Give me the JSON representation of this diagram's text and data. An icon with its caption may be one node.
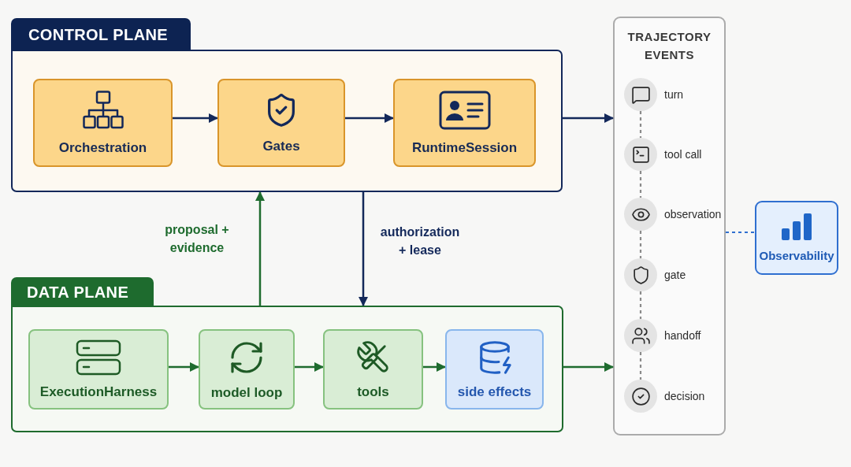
{
  "diagram": {
    "nodes": [
      {
        "text": [
          "CONTROL PLANE"
        ]
      },
      {
        "text": [
          "Orchestration"
        ],
        "in": 0
      },
      {
        "text": [
          "Gates"
        ],
        "in": 0
      },
      {
        "text": [
          "RuntimeSession"
        ],
        "in": 0
      },
      {
        "text": [
          "DATA PLANE"
        ]
      },
      {
        "text": [
          "ExecutionHarness"
        ],
        "in": 4
      },
      {
        "text": [
          "model loop"
        ],
        "in": 4
      },
      {
        "text": [
          "tools"
        ],
        "in": 4
      },
      {
        "text": [
          "side effects"
        ],
        "in": 4
      },
      {
        "text": [
          "TRAJECTORY EVENTS"
        ]
      },
      {
        "text": [
          "turn"
        ],
        "in": 9
      },
      {
        "text": [
          "tool call"
        ],
        "in": 9
      },
      {
        "text": [
          "observation"
        ],
        "in": 9
      },
      {
        "text": [
          "gate"
        ],
        "in": 9
      },
      {
        "text": [
          "handoff"
        ],
        "in": 9
      },
      {
        "text": [
          "decision"
        ],
        "in": 9
      },
      {
        "text": [
          "Observability"
        ]
      }
    ],
    "edges": [
      {
        "from": 1,
        "to": 2,
        "arrow": "to"
      },
      {
        "from": 2,
        "to": 3,
        "arrow": "to"
      },
      {
        "from": 0,
        "to": 9,
        "arrow": "to"
      },
      {
        "from": 5,
        "to": 6,
        "arrow": "to",
        "color": "#1e6b2e"
      },
      {
        "from": 6,
        "to": 7,
        "arrow": "to",
        "color": "#1e6b2e"
      },
      {
        "from": 7,
        "to": 8,
        "arrow": "to",
        "color": "#1e6b2e"
      },
      {
        "from": 4,
        "to": 9,
        "arrow": "to",
        "color": "#1e6b2e"
      },
      {
        "from": 4,
        "to": 0,
        "arrow": "to",
        "label": "proposal + evidence",
        "color": "#1e6b2e"
      },
      {
        "from": 0,
        "to": 4,
        "arrow": "to",
        "label": "authorization + lease"
      },
      {
        "from": 9,
        "to": 16,
        "arrow": "none",
        "style": "dashed",
        "color": "#2f6fd0"
      },
      {
        "from": 10,
        "to": 11,
        "arrow": "none",
        "style": "dashed",
        "color": "#8a8a8a"
      },
      {
        "from": 11,
        "to": 12,
        "arrow": "none",
        "style": "dashed",
        "color": "#8a8a8a"
      },
      {
        "from": 12,
        "to": 13,
        "arrow": "none",
        "style": "dashed",
        "color": "#8a8a8a"
      },
      {
        "from": 13,
        "to": 14,
        "arrow": "none",
        "style": "dashed",
        "color": "#8a8a8a"
      },
      {
        "from": 14,
        "to": 15,
        "arrow": "none",
        "style": "dashed",
        "color": "#8a8a8a"
      }
    ]
  }
}
